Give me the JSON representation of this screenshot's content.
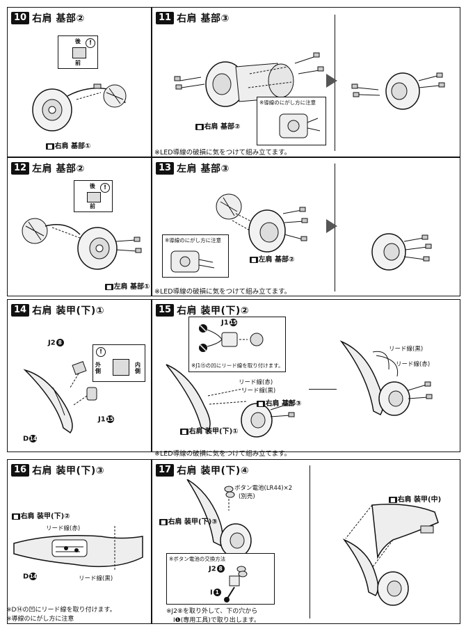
{
  "steps": {
    "s10": {
      "num": "10",
      "title": "右肩 基部②",
      "part_label": "右肩 基部①",
      "part_badge": "■",
      "tag_back": "後",
      "tag_front": "前"
    },
    "s11": {
      "num": "11",
      "title": "右肩 基部③",
      "part_label": "右肩 基部②",
      "part_badge": "■",
      "inset_label": "※導線のにがし方に注意",
      "note": "※LED導線の破損に気をつけて組み立てます。"
    },
    "s12": {
      "num": "12",
      "title": "左肩 基部②",
      "part_label": "左肩 基部①",
      "part_badge": "■",
      "tag_back": "後",
      "tag_front": "前"
    },
    "s13": {
      "num": "13",
      "title": "左肩 基部③",
      "part_label": "左肩 基部②",
      "part_badge": "■",
      "inset_label": "※導線のにがし方に注意",
      "note": "※LED導線の破損に気をつけて組み立てます。"
    },
    "s14": {
      "num": "14",
      "title": "右肩 装甲(下)①",
      "j2": "J2",
      "j2_num": "8",
      "j1": "J1",
      "j1_num": "15",
      "d": "D",
      "d_num": "14",
      "tag_out": "外側",
      "tag_in": "内側"
    },
    "s15": {
      "num": "15",
      "title": "右肩 装甲(下)②",
      "j1": "J1",
      "j1_num": "15",
      "inset_note": "※J1⑮の凹にリード線を取り付けます。",
      "lead_red": "リード線(赤)",
      "lead_black": "リード線(黒)",
      "part_base": "右肩 基部③",
      "part_armor": "右肩 装甲(下)①",
      "lead_black_r": "リード線(黒)",
      "lead_red_r": "リード線(赤)",
      "note": "※LED導線の破損に気をつけて組み立てます。"
    },
    "s16": {
      "num": "16",
      "title": "右肩 装甲(下)③",
      "part_label": "右肩 装甲(下)②",
      "lead_red": "リード線(赤)",
      "lead_black": "リード線(黒)",
      "d": "D",
      "d_num": "14",
      "note1": "※D⑭の凹にリード線を取り付けます。",
      "note2": "※導線のにがし方に注意"
    },
    "s17": {
      "num": "17",
      "title": "右肩 装甲(下)④",
      "battery": "ボタン電池(LR44)×2",
      "battery_sub": "(別売)",
      "part_label": "右肩 装甲(下)③",
      "part_right": "右肩 装甲(中)",
      "inset_label": "※ボタン電池の交換方法",
      "j2": "J2",
      "j2_num": "8",
      "i_label": "I",
      "i_num": "1",
      "note1": "※J2⑧を取り外して、下の穴から",
      "note2": "I❶(専用工具)で取り出します。"
    }
  }
}
